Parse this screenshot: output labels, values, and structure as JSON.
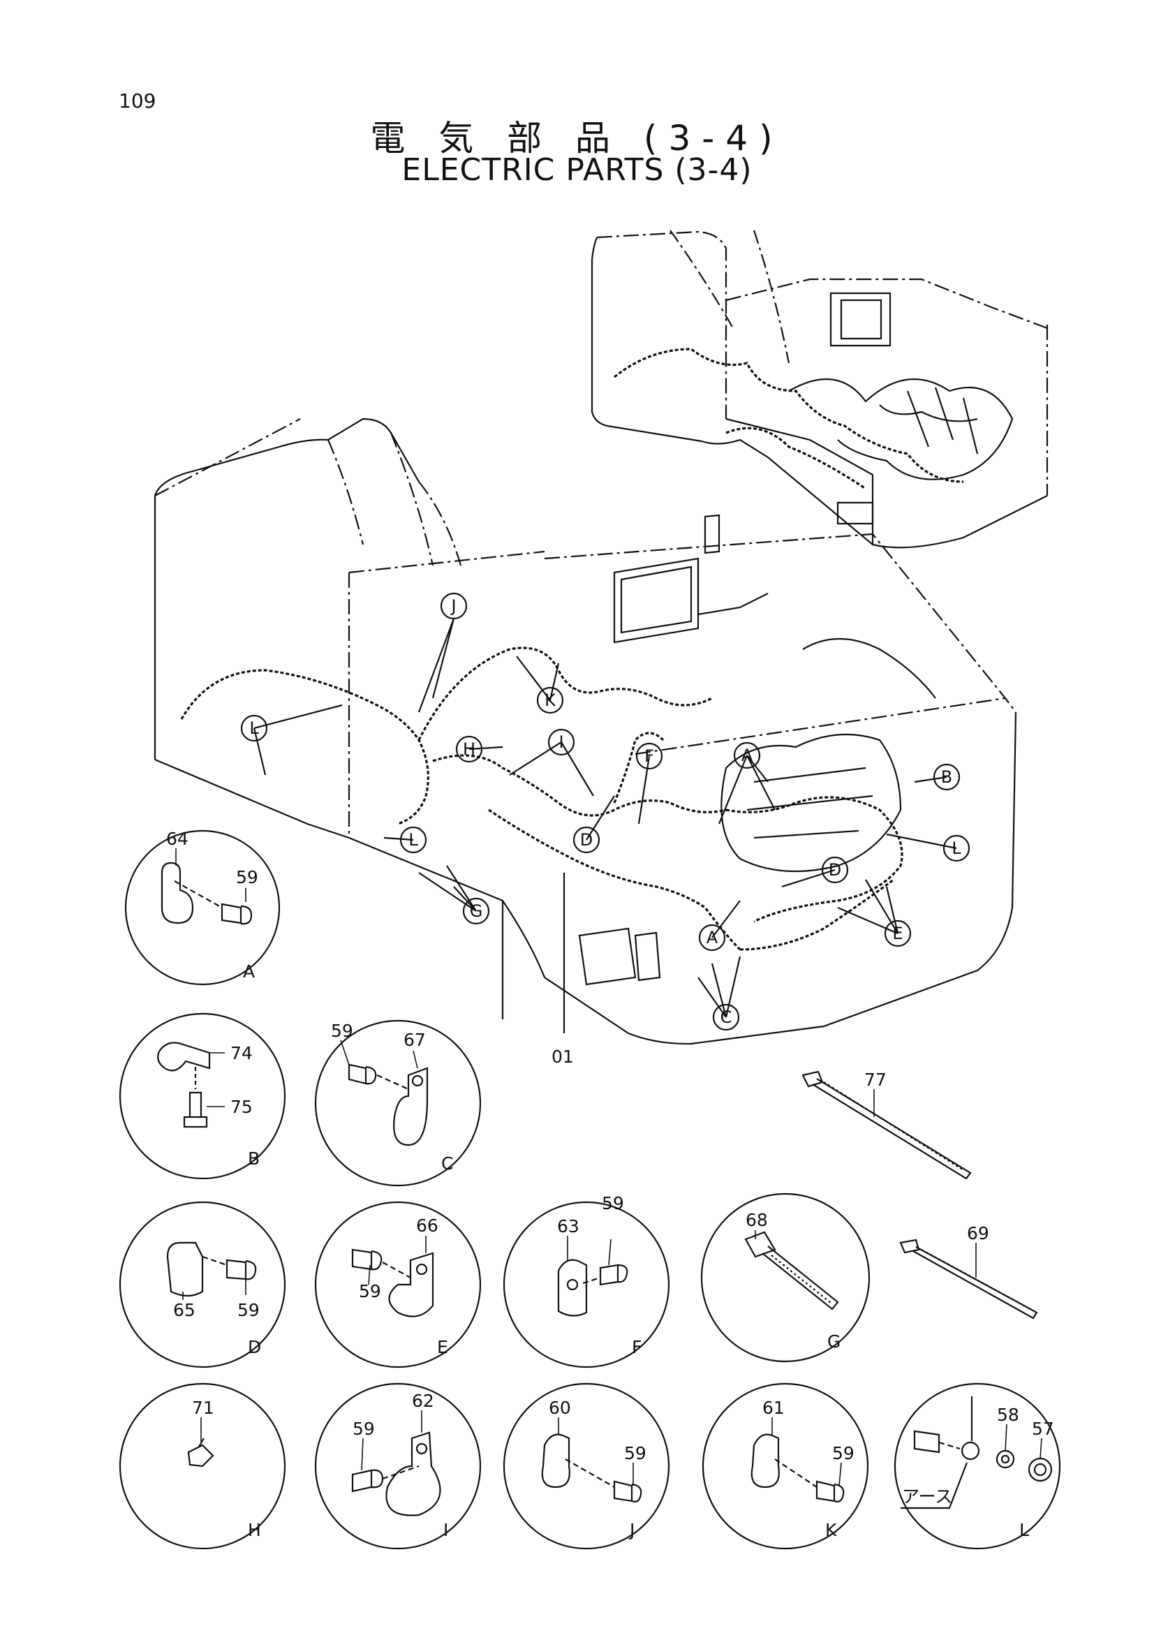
{
  "page_number": "109",
  "title_jp": "電 気 部 品 (3-4)",
  "title_en": "ELECTRIC PARTS (3-4)",
  "main_assembly": {
    "part_label": "01",
    "callouts": [
      "J",
      "K",
      "L",
      "H",
      "I",
      "F",
      "A",
      "B",
      "L",
      "D",
      "D",
      "G",
      "L",
      "A",
      "E",
      "C"
    ]
  },
  "details": [
    {
      "letter": "A",
      "parts": [
        "64",
        "59"
      ]
    },
    {
      "letter": "B",
      "parts": [
        "74",
        "75"
      ]
    },
    {
      "letter": "C",
      "parts": [
        "59",
        "67"
      ]
    },
    {
      "letter": "D",
      "parts": [
        "65",
        "59"
      ]
    },
    {
      "letter": "E",
      "parts": [
        "59",
        "66"
      ]
    },
    {
      "letter": "F",
      "parts": [
        "63",
        "59"
      ]
    },
    {
      "letter": "G",
      "parts": [
        "68"
      ]
    },
    {
      "letter": "H",
      "parts": [
        "71"
      ]
    },
    {
      "letter": "I",
      "parts": [
        "59",
        "62"
      ]
    },
    {
      "letter": "J",
      "parts": [
        "60",
        "59"
      ]
    },
    {
      "letter": "K",
      "parts": [
        "61",
        "59"
      ]
    },
    {
      "letter": "L",
      "parts": [
        "58",
        "57"
      ],
      "note": "アース"
    }
  ],
  "loose_parts": [
    "77",
    "69"
  ]
}
